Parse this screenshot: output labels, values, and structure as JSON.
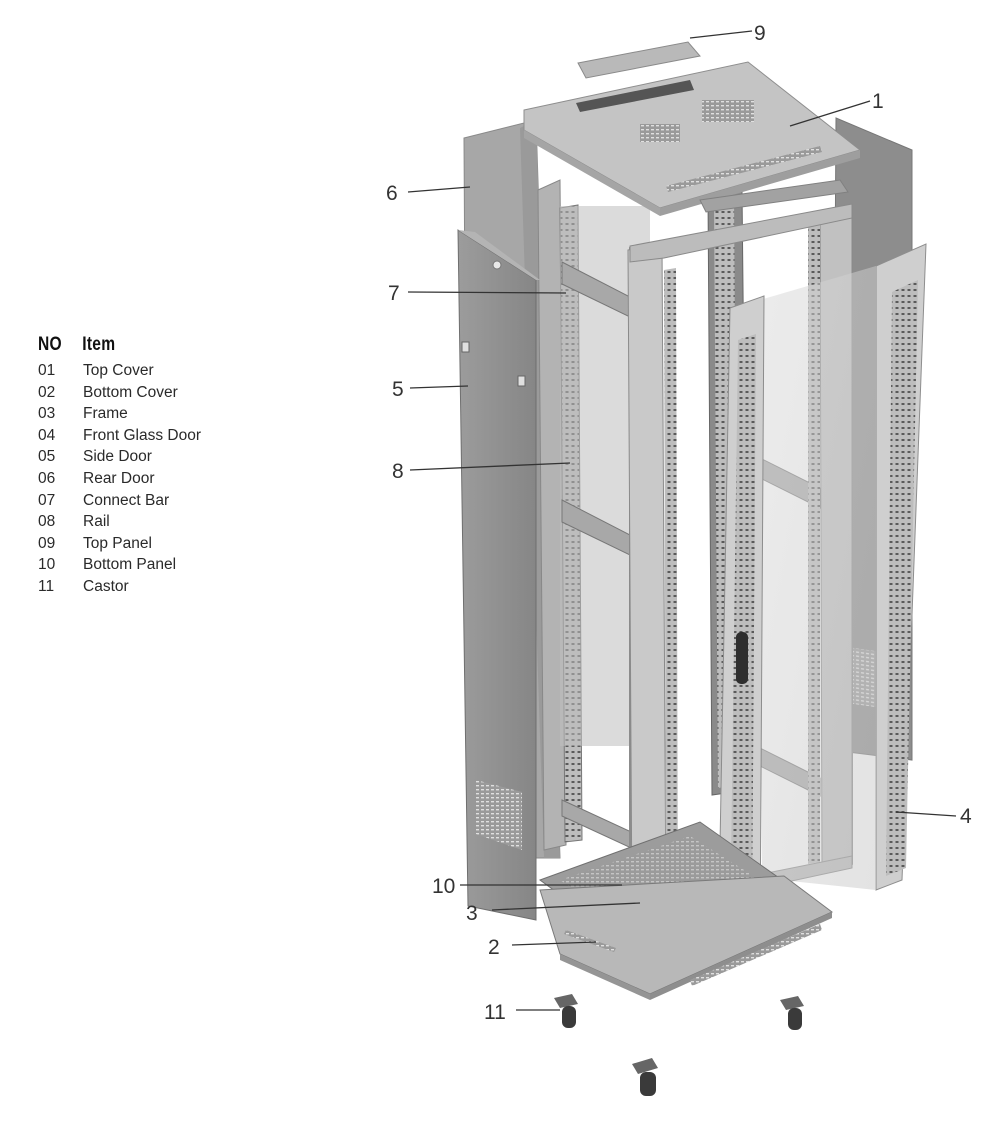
{
  "legend": {
    "header": {
      "no": "NO",
      "item": "Item"
    },
    "rows": [
      {
        "no": "01",
        "item": "Top Cover"
      },
      {
        "no": "02",
        "item": "Bottom Cover"
      },
      {
        "no": "03",
        "item": "Frame"
      },
      {
        "no": "04",
        "item": "Front Glass Door"
      },
      {
        "no": "05",
        "item": "Side Door"
      },
      {
        "no": "06",
        "item": "Rear Door"
      },
      {
        "no": "07",
        "item": "Connect Bar"
      },
      {
        "no": "08",
        "item": "Rail"
      },
      {
        "no": "09",
        "item": "Top Panel"
      },
      {
        "no": "10",
        "item": "Bottom Panel"
      },
      {
        "no": "11",
        "item": "Castor"
      }
    ]
  },
  "callouts": {
    "c1": "1",
    "c2": "2",
    "c3": "3",
    "c4": "4",
    "c5": "5",
    "c6": "6",
    "c7": "7",
    "c8": "8",
    "c9": "9",
    "c10": "10",
    "c11": "11"
  },
  "colors": {
    "panel_light": "#c4c4c4",
    "panel_mid": "#a9a9a9",
    "panel_dark": "#8e8e8e",
    "frame": "#b8b8b8",
    "glass": "#d2d2d2",
    "castor": "#3a3a3a",
    "text": "#333333"
  }
}
